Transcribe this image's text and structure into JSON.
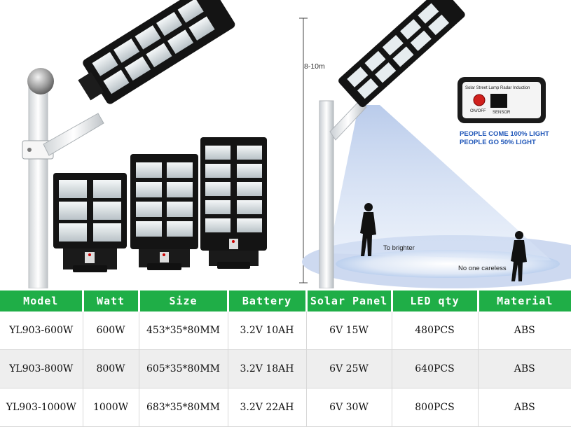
{
  "scene": {
    "height_label": "8-10m",
    "sensor_box_title": "Solar Street Lamp Radar Induction",
    "sensor_box_onoff": "ON/OFF",
    "sensor_box_sensor": "SENSOR",
    "people_come": "PEOPLE COME 100% LIGHT",
    "people_go": "PEOPLE GO 50% LIGHT",
    "to_brighter": "To brighter",
    "no_one": "No one careless"
  },
  "table": {
    "headers": [
      "Model",
      "Watt",
      "Size",
      "Battery",
      "Solar Panel",
      "LED qty",
      "Material"
    ],
    "rows": [
      [
        "YL903-600W",
        "600W",
        "453*35*80MM",
        "3.2V 10AH",
        "6V 15W",
        "480PCS",
        "ABS"
      ],
      [
        "YL903-800W",
        "800W",
        "605*35*80MM",
        "3.2V 18AH",
        "6V 25W",
        "640PCS",
        "ABS"
      ],
      [
        "YL903-1000W",
        "1000W",
        "683*35*80MM",
        "3.2V 22AH",
        "6V 30W",
        "800PCS",
        "ABS"
      ]
    ]
  },
  "colors": {
    "header_bg": "#1fae47",
    "header_text": "#ffffff",
    "alt_row": "#eeeeee",
    "sensor_text": "#1f56b8",
    "lamp_body": "#141414"
  }
}
